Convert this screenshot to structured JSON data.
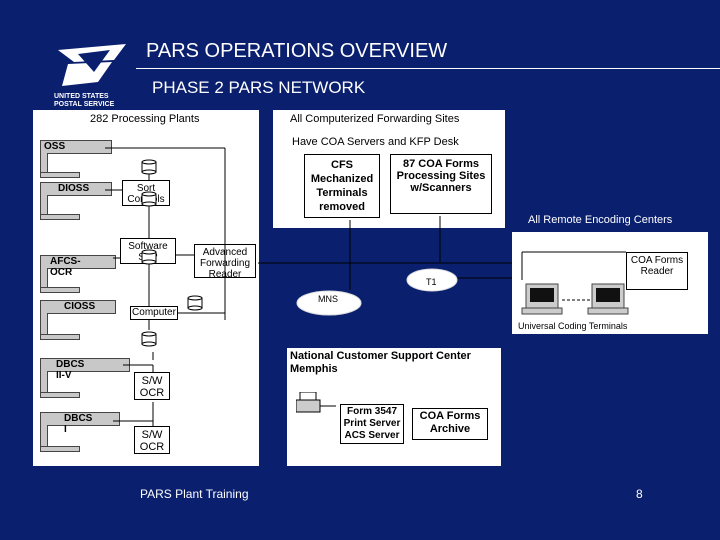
{
  "header": {
    "title": "PARS OPERATIONS OVERVIEW",
    "subtitle": "PHASE 2 PARS NETWORK",
    "logo_text": "UNITED STATES POSTAL SERVICE"
  },
  "left_panel": {
    "heading": "282 Processing Plants",
    "machines": [
      "OSS",
      "DIOSS",
      "AFCS-OCR",
      "CIOSS",
      "DBCS II-V",
      "DBCS I"
    ],
    "boxes": {
      "sort_controls": "Sort Controls",
      "software_stp": "Software STP",
      "advanced_reader": "Advanced Forwarding Reader",
      "computer": "Computer",
      "sw_ocr_1": "S/W OCR",
      "sw_ocr_2": "S/W OCR"
    }
  },
  "cfs_panel": {
    "heading_line1": "All Computerized Forwarding Sites",
    "heading_line2": "Have COA Servers and KFP Desk",
    "cfs_text": "CFS Mechanized Terminals removed",
    "coa_text": "87 COA Forms Processing Sites w/Scanners"
  },
  "network": {
    "t1": "T1",
    "mns": "MNS"
  },
  "remote_panel": {
    "heading": "All Remote Encoding Centers",
    "reader": "COA Forms Reader",
    "terminals": "Universal Coding Terminals"
  },
  "ncsc_panel": {
    "heading": "National Customer Support Center Memphis",
    "print_server": "Form 3547 Print Server ACS Server",
    "archive": "COA Forms Archive"
  },
  "footer": {
    "left": "PARS Plant Training",
    "page": "8"
  },
  "colors": {
    "background": "#0a1f6e",
    "panel": "#ffffff",
    "text": "#000000"
  }
}
